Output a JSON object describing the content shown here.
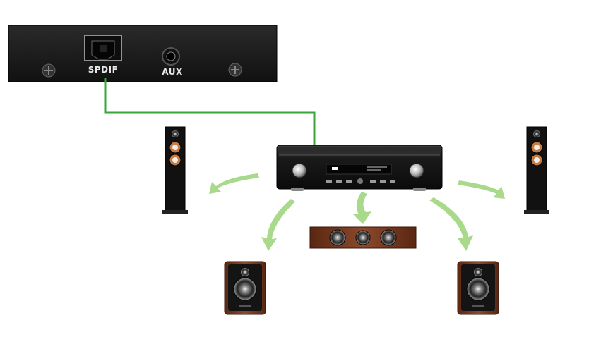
{
  "source_panel": {
    "ports": [
      {
        "id": "spdif",
        "label": "SPDIF",
        "icon": "optical-port-icon"
      },
      {
        "id": "aux",
        "label": "AUX",
        "icon": "audio-jack-icon"
      }
    ]
  },
  "colors": {
    "cable": "#3aa53a",
    "arrow": "#a9d98a",
    "panel": "#1c1c1c",
    "wood": "#7a3b22"
  },
  "devices": [
    {
      "id": "receiver",
      "icon": "av-receiver-icon"
    },
    {
      "id": "front-left",
      "icon": "floor-speaker-icon"
    },
    {
      "id": "front-right",
      "icon": "floor-speaker-icon"
    },
    {
      "id": "center",
      "icon": "center-speaker-icon"
    },
    {
      "id": "surround-left",
      "icon": "bookshelf-speaker-icon"
    },
    {
      "id": "surround-right",
      "icon": "bookshelf-speaker-icon"
    }
  ]
}
